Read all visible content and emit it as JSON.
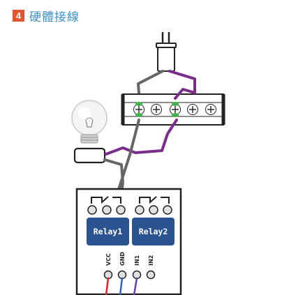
{
  "heading": {
    "step_number": "4",
    "title": "硬體接線"
  },
  "relays": [
    {
      "label": "Relay1"
    },
    {
      "label": "Relay2"
    }
  ],
  "pins": [
    {
      "label": "VCC"
    },
    {
      "label": "GND"
    },
    {
      "label": "IN1"
    },
    {
      "label": "IN2"
    }
  ],
  "colors": {
    "badge": "#e2552f",
    "title": "#3d93c8",
    "relay_block": "#2b5390",
    "wire_gray": "#666666",
    "wire_purple": "#7b2d8e",
    "wire_red": "#e02020",
    "wire_blue": "#3060c0",
    "wire_violet": "#6a40b0",
    "terminal_marker": "#3db34a"
  }
}
